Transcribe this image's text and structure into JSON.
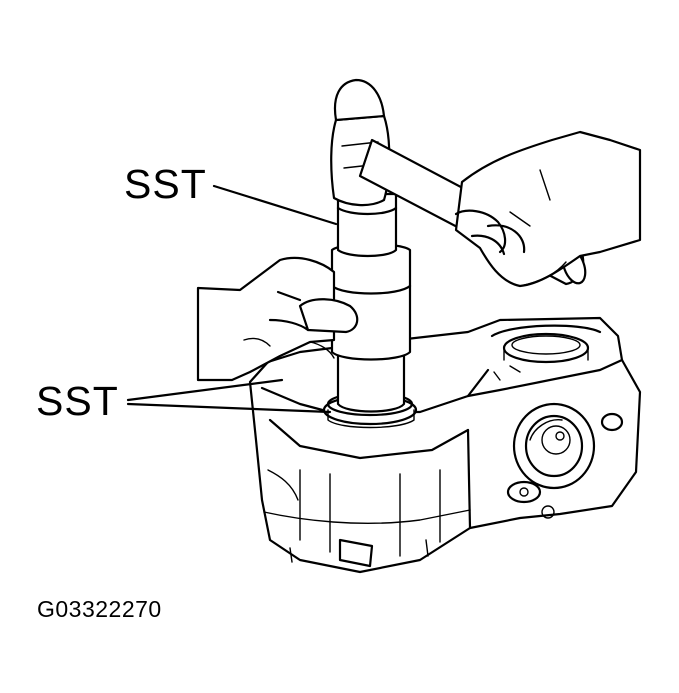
{
  "labels": {
    "sst_top": "SST",
    "sst_bottom": "SST"
  },
  "figure_code": "G03322270",
  "colors": {
    "line": "#000000",
    "background": "#ffffff"
  }
}
